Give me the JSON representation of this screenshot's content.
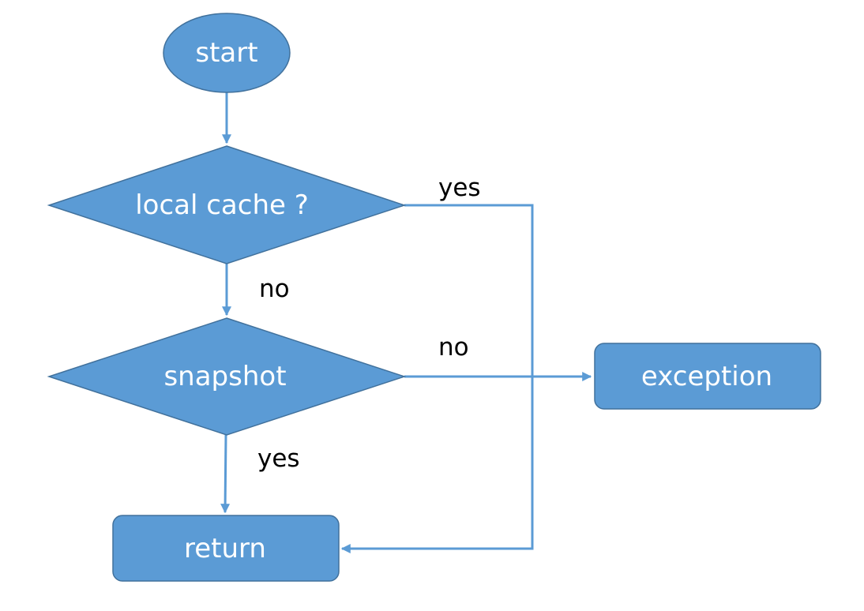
{
  "colors": {
    "node_fill": "#5b9bd5",
    "node_stroke": "#41719c",
    "edge": "#5b9bd5",
    "node_text": "#ffffff",
    "label_text": "#000000"
  },
  "nodes": {
    "start": "start",
    "local_cache": "local cache ?",
    "snapshot": "snapshot",
    "exception": "exception",
    "return": "return"
  },
  "edges": {
    "local_cache_yes": "yes",
    "local_cache_no": "no",
    "snapshot_no": "no",
    "snapshot_yes": "yes"
  }
}
